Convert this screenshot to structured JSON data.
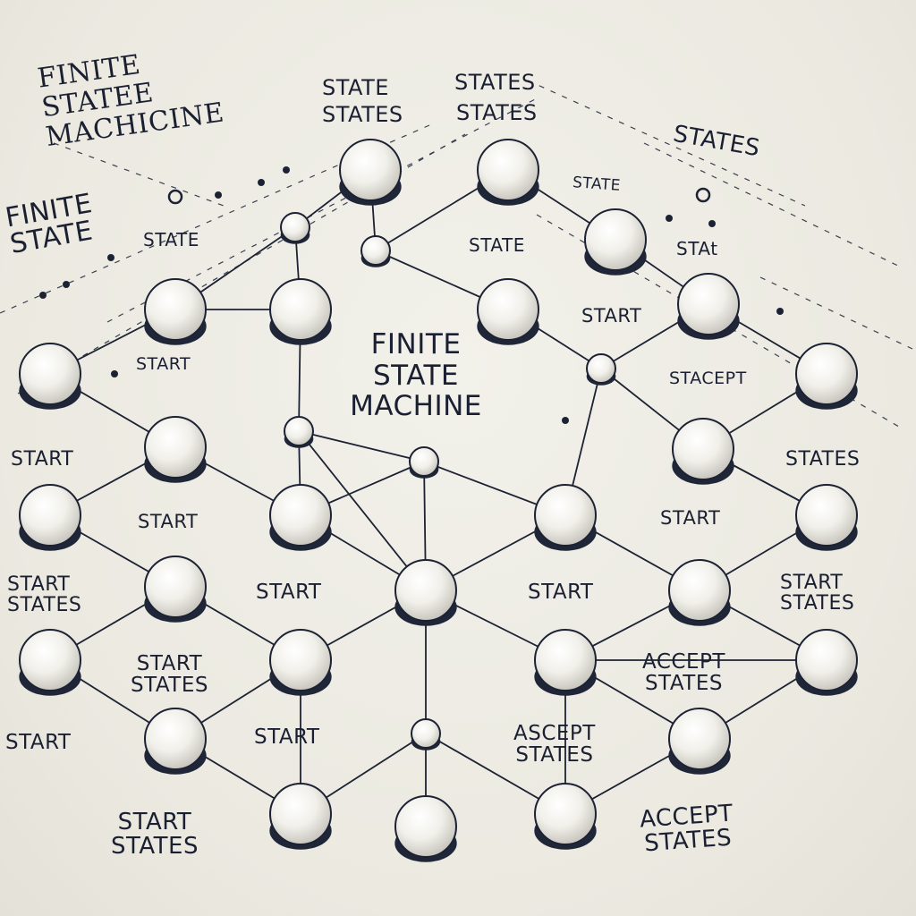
{
  "title_lines": [
    "FINITE",
    "STATE",
    "MACHINE"
  ],
  "corner_title_lines": [
    "FINITE",
    "STATEE",
    "MACHICINE"
  ],
  "side_title_lines": [
    "FINITE",
    "STATE"
  ],
  "labels": {
    "state_top": "STATE",
    "states_top_a": "STATES",
    "states_top_b": "STATES",
    "states_top_c": "STATES",
    "states_top_right": "STATES",
    "state_left": "STATE",
    "state_mid_top": "STATE",
    "state_mid": "STATE",
    "stat_right": "STAt",
    "start_top_right": "START",
    "stacept": "STACEPT",
    "start_left_upper": "START",
    "start_far_left": "START",
    "states_right": "STATES",
    "start_left_mid": "START",
    "start_center_left": "START",
    "start_right_mid": "START",
    "start_center_right": "START",
    "start_states_left": [
      "START",
      "STATES"
    ],
    "start_states_right": [
      "START",
      "STATES"
    ],
    "start_states_center": [
      "START",
      "STATES"
    ],
    "start_bottom_center": "START",
    "start_far_left_bottom": "START",
    "accept_states_right": [
      "ACCEPT",
      "STATES"
    ],
    "ascept_states": [
      "ASCEPT",
      "STATES"
    ],
    "start_states_bottom": [
      "START",
      "STATES"
    ],
    "accept_states_bottom": [
      "ACCEPT",
      "STATES"
    ]
  },
  "colors": {
    "ink": "#1c2233",
    "node_fill": "#f7f6f1",
    "node_base": "#1f2638",
    "background": "#ecebe3"
  }
}
